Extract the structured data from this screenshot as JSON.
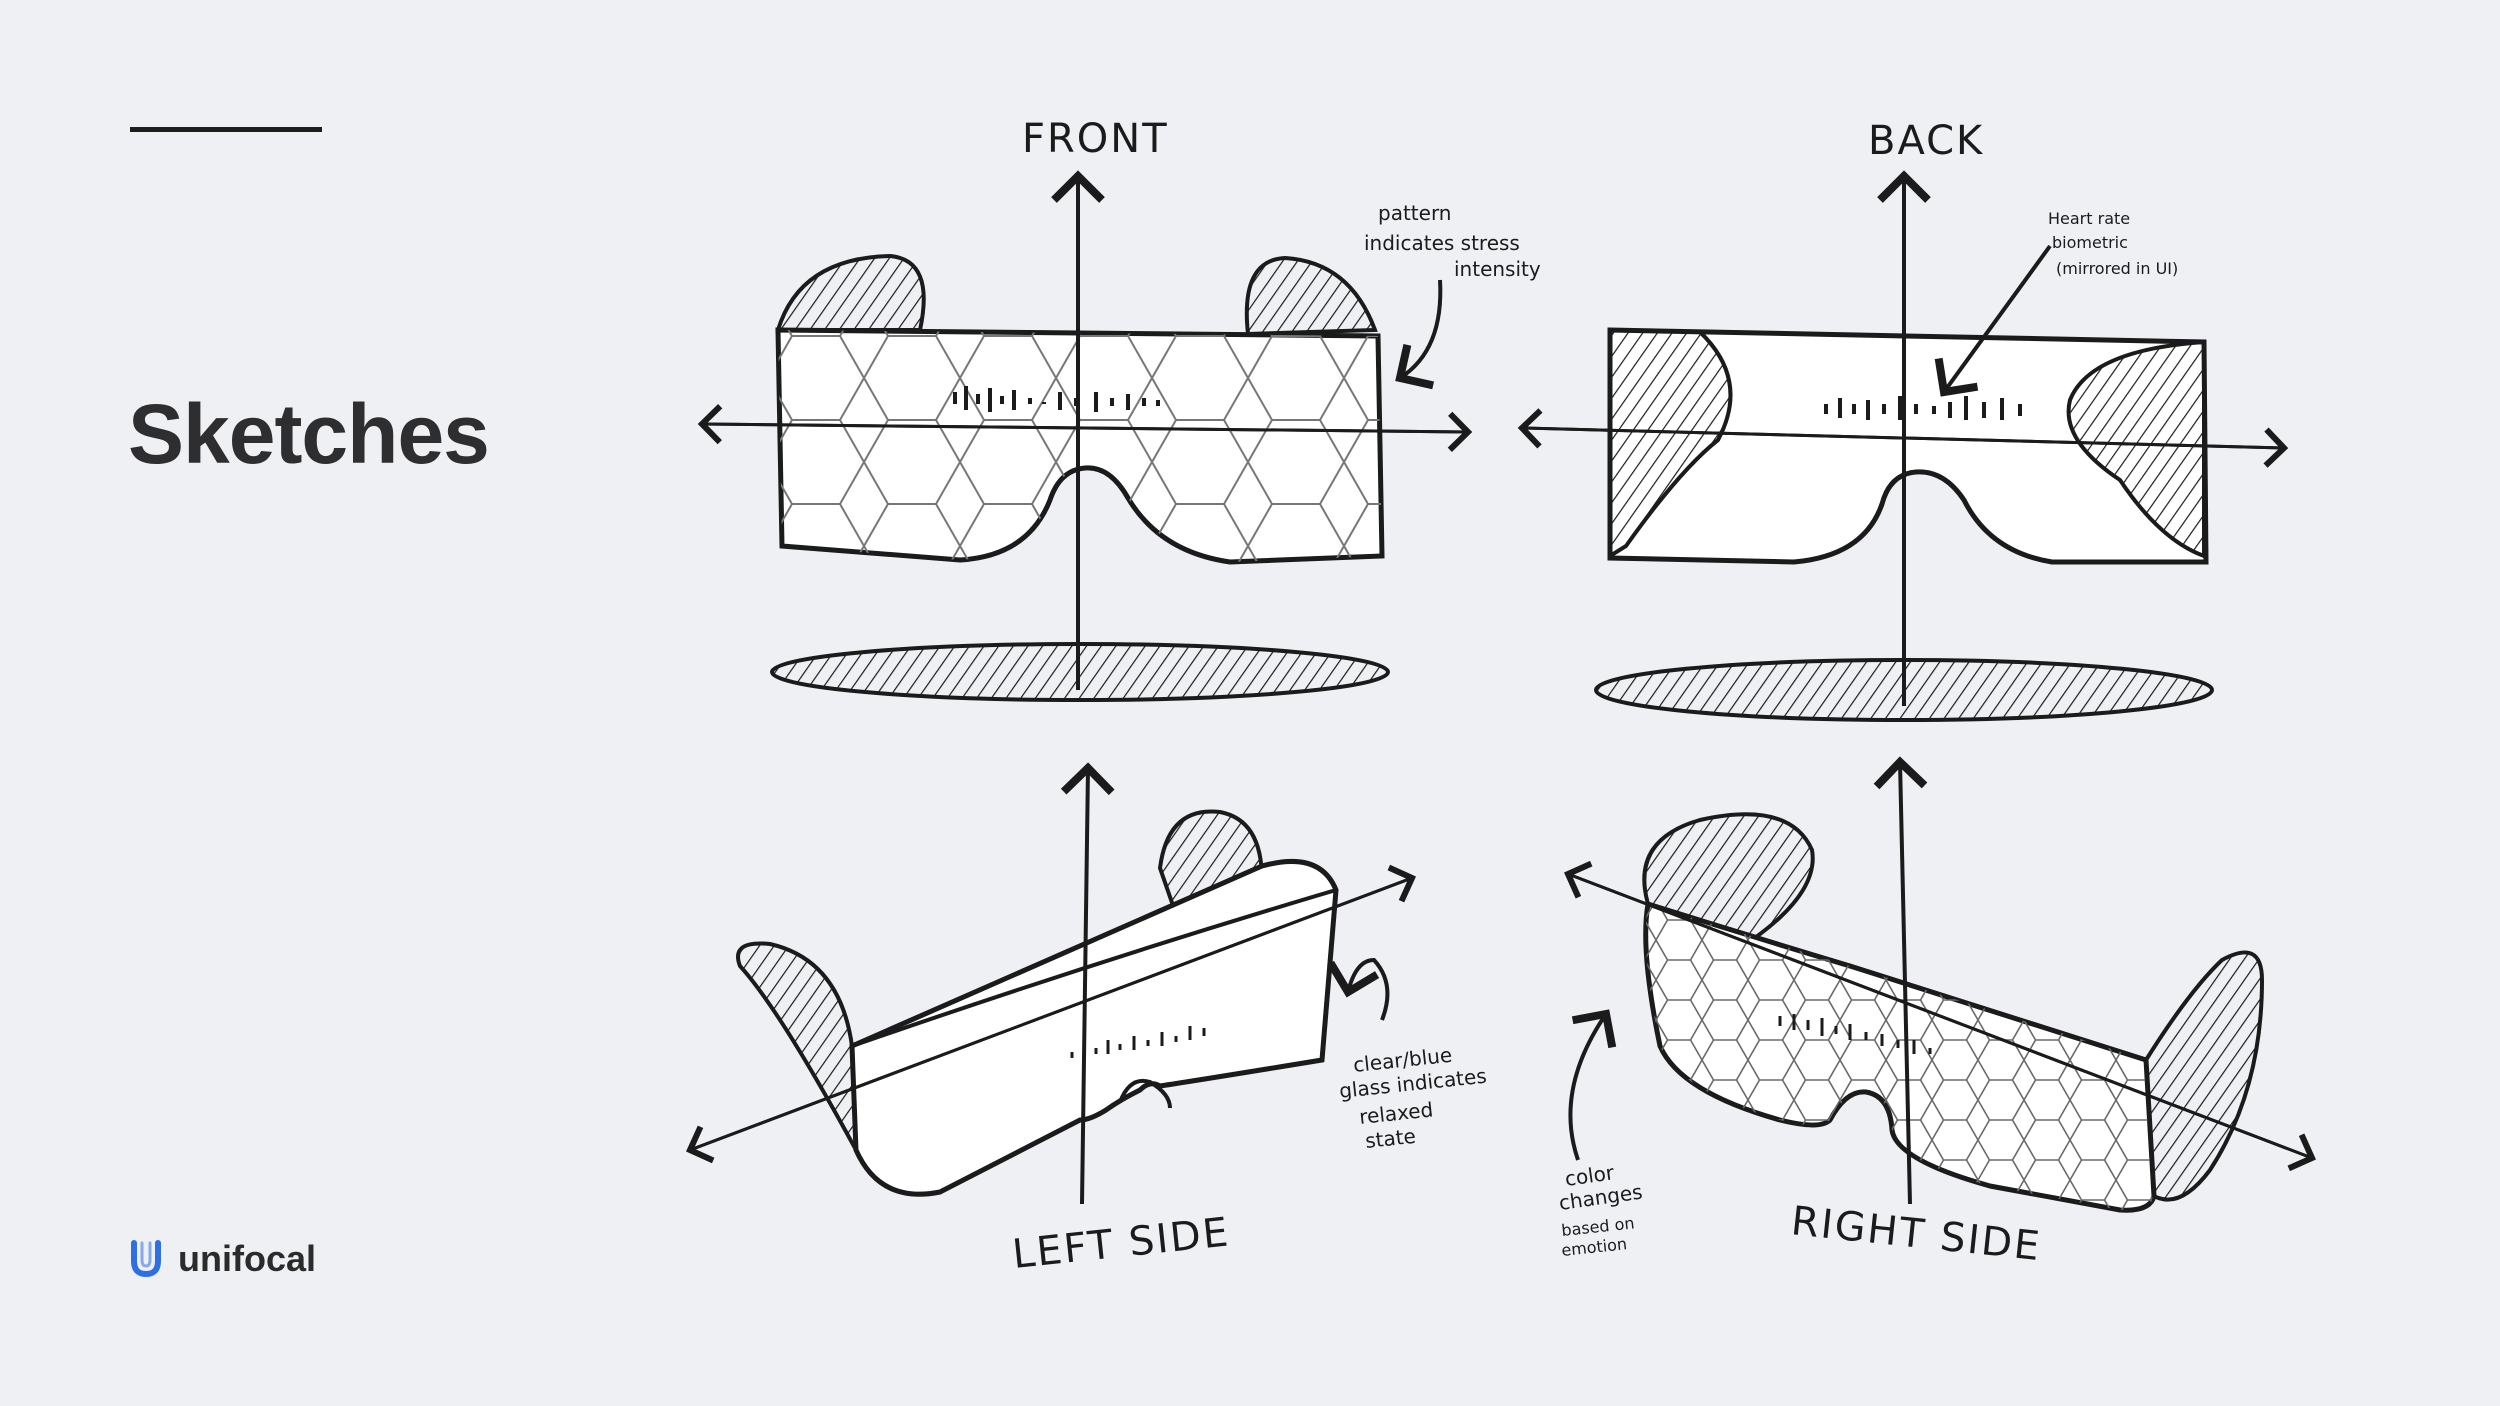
{
  "page": {
    "title": "Sketches"
  },
  "brand": {
    "name": "unifocal",
    "logo_icon": "unifocal-u-logo-icon",
    "logo_color": "#2f6fe4"
  },
  "sketch": {
    "front": {
      "label": "FRONT",
      "note": [
        "pattern",
        "indicates stress",
        "intensity"
      ]
    },
    "back": {
      "label": "BACK",
      "note": [
        "Heart rate",
        "biometric",
        "(mirrored in UI)"
      ]
    },
    "left_side": {
      "label": "LEFT SIDE",
      "note": [
        "clear/blue",
        "glass indicates",
        "relaxed",
        "state"
      ]
    },
    "right_side": {
      "label": "RIGHT SIDE",
      "note": [
        "color",
        "changes",
        "based on",
        "emotion"
      ]
    }
  }
}
